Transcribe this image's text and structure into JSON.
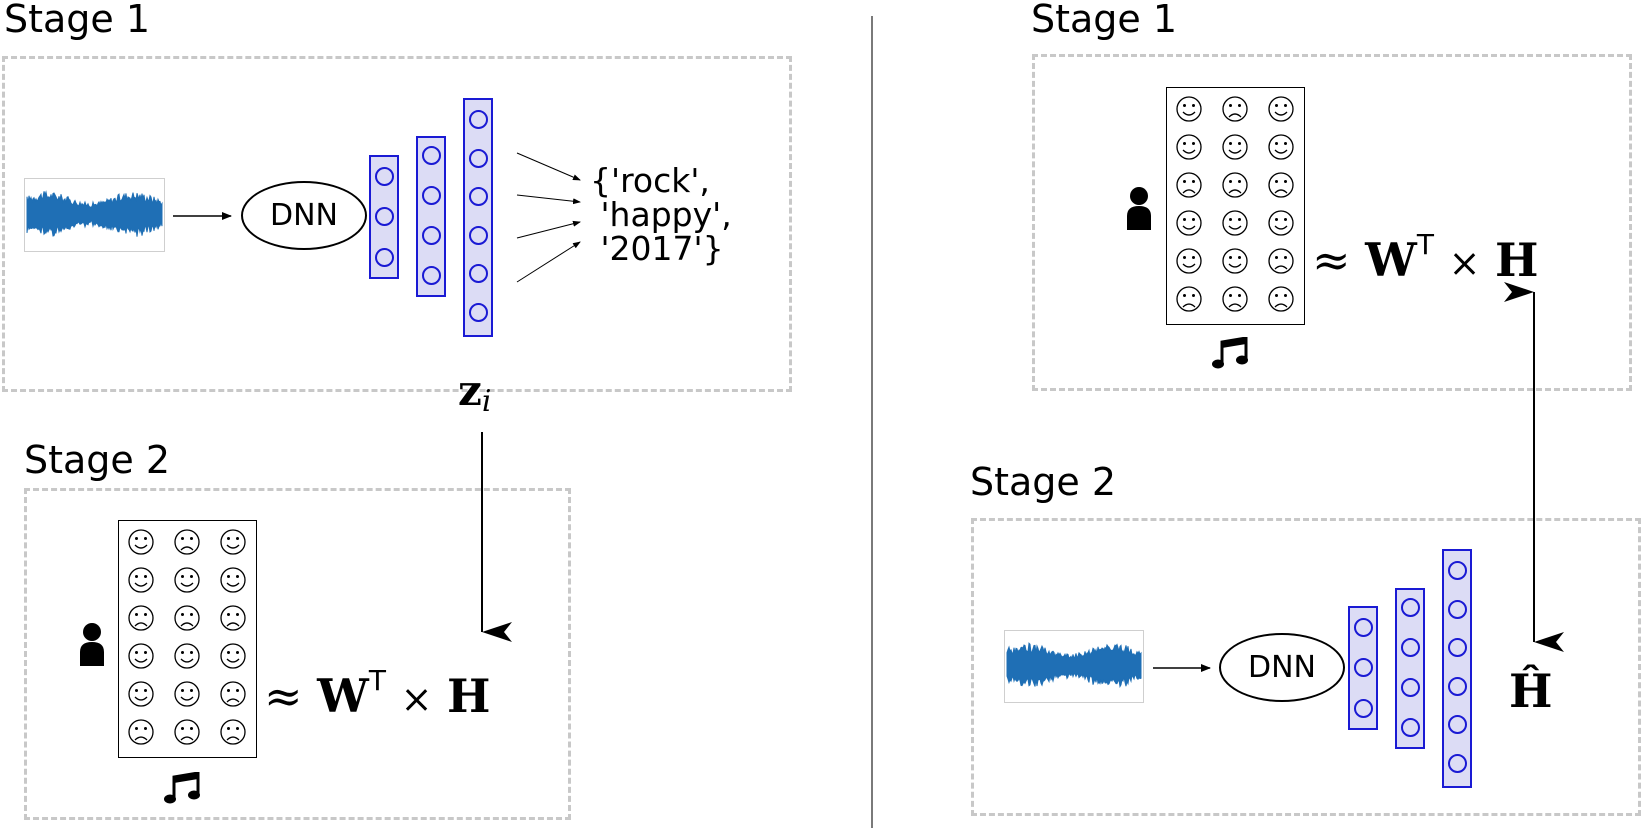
{
  "left": {
    "stage1_title": "Stage 1",
    "stage2_title": "Stage 2",
    "dnn_label": "DNN",
    "output_tags": [
      "{'rock',",
      " 'happy',",
      " '2017'}"
    ],
    "embedding_label": "zi",
    "approx": "≈",
    "times": "×",
    "w_matrix": "W",
    "transpose": "T",
    "h_matrix": "H",
    "user_icon": "person-icon",
    "song_icon": "music-note-icon",
    "matrix_faces": [
      [
        "smile",
        "frown",
        "smile"
      ],
      [
        "smile",
        "smile",
        "smile"
      ],
      [
        "frown",
        "frown",
        "frown"
      ],
      [
        "smile",
        "smile",
        "smile"
      ],
      [
        "smile",
        "smile",
        "frown"
      ],
      [
        "frown",
        "frown",
        "frown"
      ]
    ]
  },
  "right": {
    "stage1_title": "Stage 1",
    "stage2_title": "Stage 2",
    "dnn_label": "DNN",
    "approx": "≈",
    "times": "×",
    "w_matrix": "W",
    "transpose": "T",
    "h_matrix": "H",
    "h_hat": "Ĥ",
    "user_icon": "person-icon",
    "song_icon": "music-note-icon",
    "matrix_faces": [
      [
        "smile",
        "frown",
        "smile"
      ],
      [
        "smile",
        "smile",
        "smile"
      ],
      [
        "frown",
        "frown",
        "frown"
      ],
      [
        "smile",
        "smile",
        "smile"
      ],
      [
        "smile",
        "smile",
        "frown"
      ],
      [
        "frown",
        "frown",
        "frown"
      ]
    ]
  },
  "colors": {
    "layer_border": "#1a1ad4",
    "layer_fill": "#dcdcf5",
    "waveform": "#1f6fb5",
    "panel_border": "#c8c8c8"
  }
}
